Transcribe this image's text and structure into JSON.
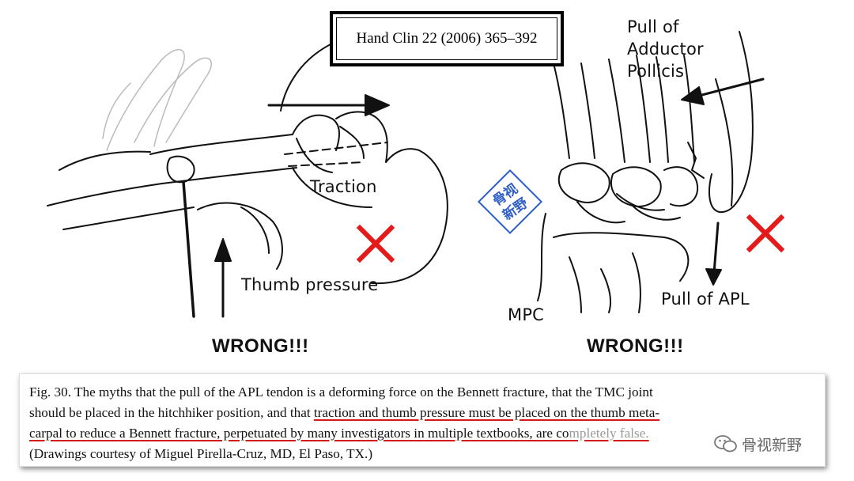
{
  "citation": "Hand Clin 22 (2006) 365–392",
  "left_panel": {
    "labels": {
      "traction": "Traction",
      "thumb_pressure": "Thumb pressure",
      "wrong": "WRONG!!!"
    }
  },
  "right_panel": {
    "labels": {
      "pull_adductor_1": "Pull of",
      "pull_adductor_2": "Adductor",
      "pull_adductor_3": "Pollicis",
      "mpc": "MPC",
      "pull_apl": "Pull of APL",
      "wrong": "WRONG!!!"
    }
  },
  "caption": {
    "line1": "Fig. 30. The myths that the pull of the APL tendon is a deforming force on the Bennett fracture, that the TMC joint",
    "line2": "should be placed in the hitchhiker position, and that ",
    "line2_underlined": "traction and thumb pressure must be placed on the thumb meta-",
    "line3_underlined": "carpal to reduce a Bennett fracture, perpetuated by many investigators in multiple textbooks, are co",
    "line3_hidden": "mpletely false.",
    "line4": "(Drawings courtesy of Miguel Pirella-Cruz, MD, El Paso, TX.)"
  },
  "watermark": {
    "badge_line1": "骨视",
    "badge_line2": "新野",
    "text": "骨视新野"
  },
  "colors": {
    "cross": "#e31b1b",
    "underline": "#d41a1a",
    "badge_blue": "#2f5fc9"
  }
}
